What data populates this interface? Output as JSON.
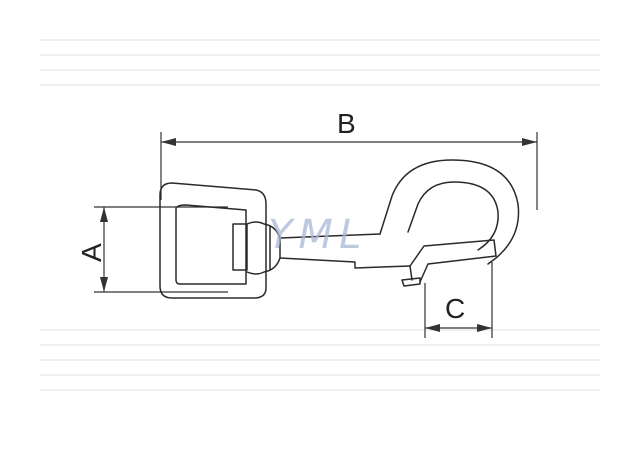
{
  "diagram": {
    "dimensions": {
      "a": "A",
      "b": "B",
      "c": "C"
    },
    "watermark": "YML",
    "colors": {
      "outline": "#2a2a2a",
      "dimension_line": "#333333",
      "watermark": "#a9b6d6",
      "background": "#ffffff"
    }
  }
}
